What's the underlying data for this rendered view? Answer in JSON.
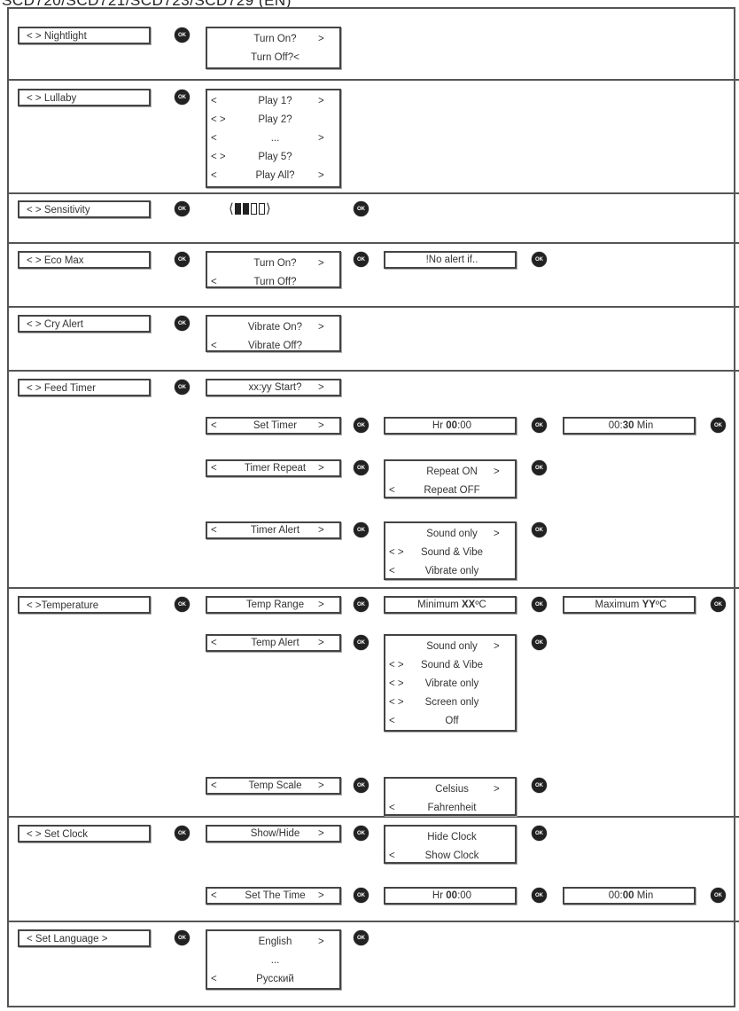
{
  "header": "SCD720/SCD721/SCD723/SCD729 (EN)",
  "ok_label": "OK",
  "sections": [
    {
      "menu": "< > Nightlight",
      "screens": [
        {
          "lines": [
            {
              "left": "",
              "text": "Turn On?",
              "right": ">"
            },
            {
              "left": "",
              "text": "Turn Off?<",
              "right": ""
            }
          ]
        }
      ]
    },
    {
      "menu": "< >   Lullaby",
      "screens": [
        {
          "lines": [
            {
              "left": "<",
              "text": "Play 1?",
              "right": ">"
            },
            {
              "left": "< >",
              "text": "Play 2?",
              "right": ""
            },
            {
              "left": "<",
              "text": "...",
              "right": ">"
            },
            {
              "left": "< >",
              "text": "Play 5?",
              "right": ""
            },
            {
              "left": "<",
              "text": "Play All?",
              "right": ">"
            }
          ]
        }
      ]
    },
    {
      "menu": "< > Sensitivity",
      "sensitivity": {
        "level": 2,
        "max": 4,
        "open": "⟨",
        "close": "⟩"
      }
    },
    {
      "menu": "< >   Eco Max",
      "screens": [
        {
          "lines": [
            {
              "left": "",
              "text": "Turn On?",
              "right": ">"
            },
            {
              "left": "<",
              "text": "Turn Off?",
              "right": ""
            }
          ]
        },
        {
          "lines": [
            {
              "left": "",
              "text": "!No alert if..",
              "right": ""
            }
          ]
        }
      ]
    },
    {
      "menu": "< >   Cry Alert",
      "screens": [
        {
          "lines": [
            {
              "left": "",
              "text": "Vibrate On?",
              "right": ">"
            },
            {
              "left": "<",
              "text": "Vibrate Off?",
              "right": ""
            }
          ]
        }
      ]
    },
    {
      "menu": "< > Feed Timer",
      "screens": [
        {
          "lines": [
            {
              "left": "",
              "text": "xx:yy Start?",
              "right": ">"
            }
          ]
        },
        {
          "lines": [
            {
              "left": "<",
              "text": "Set Timer",
              "right": ">"
            }
          ]
        },
        {
          "lines": [
            {
              "left": "",
              "text": "Hr ",
              "bold": "00",
              "post": ":00",
              "right": ""
            }
          ]
        },
        {
          "lines": [
            {
              "left": "",
              "text": "00:",
              "bold": "30",
              "post": " Min",
              "right": ""
            }
          ]
        },
        {
          "lines": [
            {
              "left": "<",
              "text": "Timer Repeat",
              "right": ">"
            }
          ]
        },
        {
          "lines": [
            {
              "left": "",
              "text": "Repeat ON",
              "right": ">"
            },
            {
              "left": "<",
              "text": "Repeat OFF",
              "right": ""
            }
          ]
        },
        {
          "lines": [
            {
              "left": "<",
              "text": "Timer Alert",
              "right": ">"
            }
          ]
        },
        {
          "lines": [
            {
              "left": "",
              "text": "Sound only",
              "right": ">"
            },
            {
              "left": "< >",
              "text": "Sound & Vibe",
              "right": ""
            },
            {
              "left": "<",
              "text": "Vibrate only",
              "right": ""
            }
          ]
        }
      ]
    },
    {
      "menu": "< >Temperature",
      "screens": [
        {
          "lines": [
            {
              "left": "",
              "text": "Temp Range",
              "right": ">"
            }
          ]
        },
        {
          "lines": [
            {
              "left": "",
              "text": "Minimum ",
              "bold": "XX",
              "post": "ºC",
              "right": ""
            }
          ]
        },
        {
          "lines": [
            {
              "left": "",
              "text": "Maximum ",
              "bold": "YY",
              "post": "ºC",
              "right": ""
            }
          ]
        },
        {
          "lines": [
            {
              "left": "<",
              "text": "Temp Alert",
              "right": ">"
            }
          ]
        },
        {
          "lines": [
            {
              "left": "",
              "text": "Sound only",
              "right": ">"
            },
            {
              "left": "< >",
              "text": "Sound & Vibe",
              "right": ""
            },
            {
              "left": "< >",
              "text": "Vibrate only",
              "right": ""
            },
            {
              "left": "< >",
              "text": "Screen only",
              "right": ""
            },
            {
              "left": "<",
              "text": "Off",
              "right": ""
            }
          ]
        },
        {
          "lines": [
            {
              "left": "<",
              "text": "Temp Scale",
              "right": ">"
            }
          ]
        },
        {
          "lines": [
            {
              "left": "",
              "text": "Celsius",
              "right": ">"
            },
            {
              "left": "<",
              "text": "Fahrenheit",
              "right": ""
            }
          ]
        }
      ]
    },
    {
      "menu": "< > Set Clock",
      "screens": [
        {
          "lines": [
            {
              "left": "",
              "text": "Show/Hide",
              "right": ">"
            }
          ]
        },
        {
          "lines": [
            {
              "left": "",
              "text": "Hide Clock",
              "right": ""
            },
            {
              "left": "<",
              "text": "Show Clock",
              "right": ""
            }
          ]
        },
        {
          "lines": [
            {
              "left": "<",
              "text": "Set The Time",
              "right": ">"
            }
          ]
        },
        {
          "lines": [
            {
              "left": "",
              "text": "Hr ",
              "bold": "00",
              "post": ":00",
              "right": ""
            }
          ]
        },
        {
          "lines": [
            {
              "left": "",
              "text": "00:",
              "bold": "00",
              "post": " Min",
              "right": ""
            }
          ]
        }
      ]
    },
    {
      "menu": "<  Set Language >",
      "screens": [
        {
          "lines": [
            {
              "left": "",
              "text": "English",
              "right": ">"
            },
            {
              "left": "",
              "text": "...",
              "right": ""
            },
            {
              "left": "<",
              "text": "Русский",
              "right": ""
            }
          ]
        }
      ]
    }
  ]
}
